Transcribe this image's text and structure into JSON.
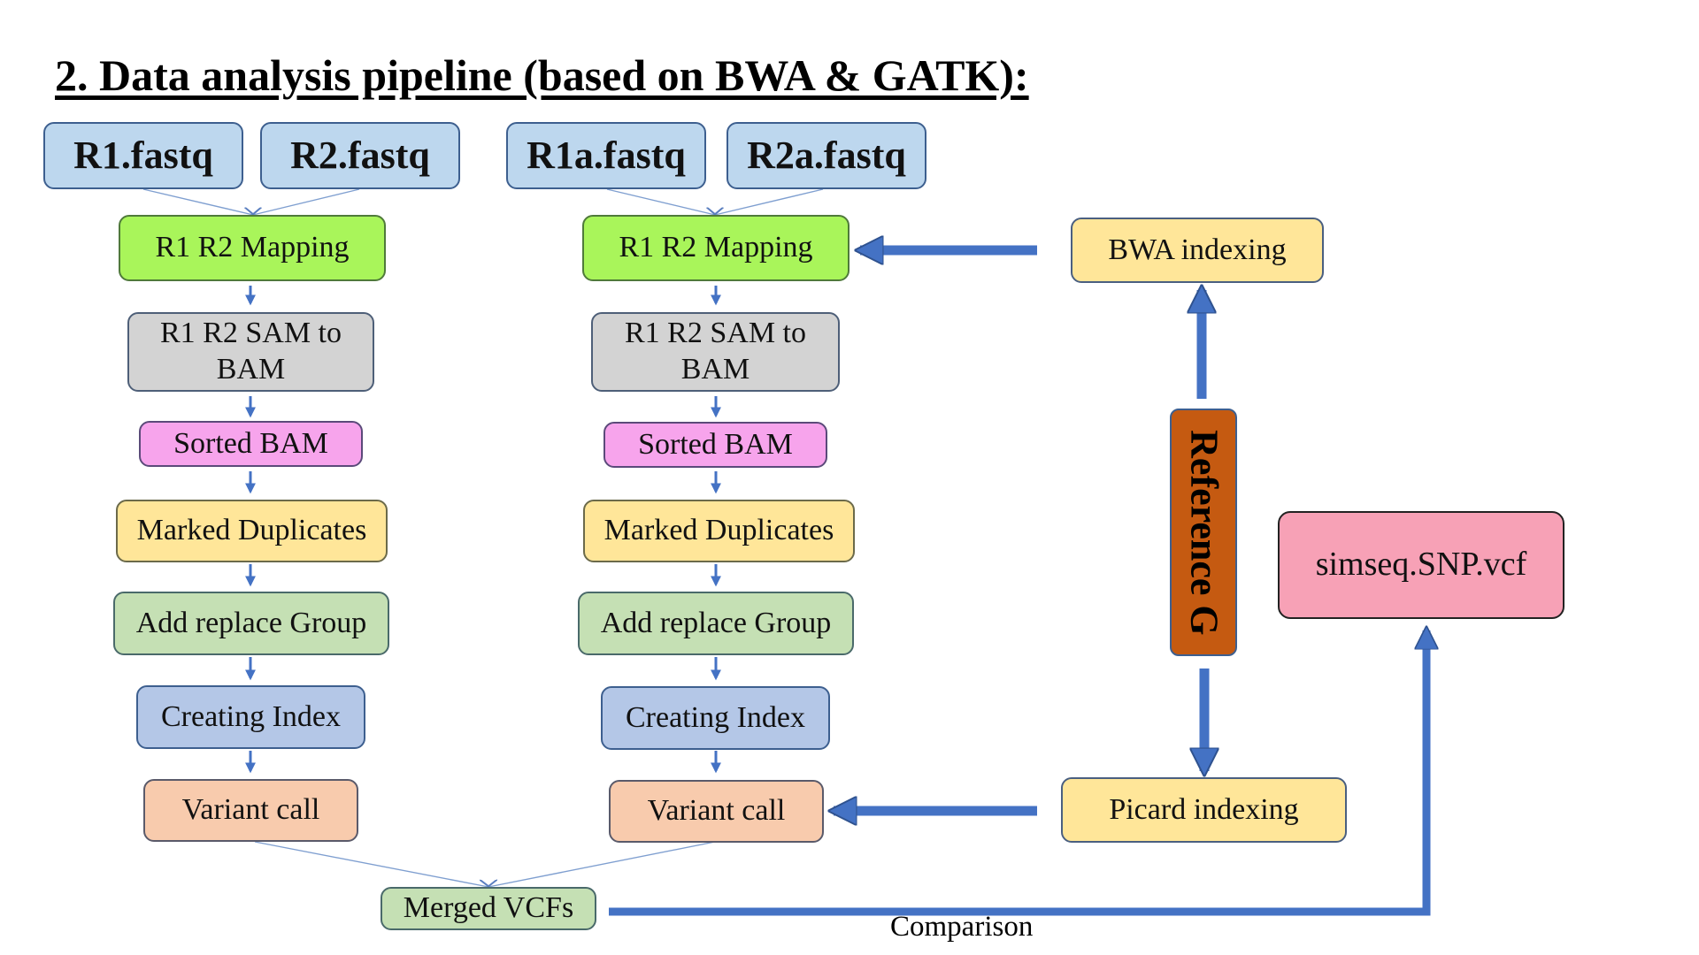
{
  "title": "2. Data analysis pipeline (based on BWA & GATK):",
  "left_pipeline": {
    "inputs": [
      "R1.fastq",
      "R2.fastq"
    ],
    "steps": [
      "R1 R2 Mapping",
      "R1 R2 SAM to BAM",
      "Sorted BAM",
      "Marked Duplicates",
      "Add replace Group",
      "Creating Index",
      "Variant call"
    ]
  },
  "right_pipeline": {
    "inputs": [
      "R1a.fastq",
      "R2a.fastq"
    ],
    "steps": [
      "R1 R2 Mapping",
      "R1 R2 SAM to BAM",
      "Sorted BAM",
      "Marked Duplicates",
      "Add replace Group",
      "Creating Index",
      "Variant call"
    ]
  },
  "merged": "Merged VCFs",
  "reference": "Reference G",
  "bwa_indexing": "BWA indexing",
  "picard_indexing": "Picard indexing",
  "truth_vcf": "simseq.SNP.vcf",
  "comparison_label": "Comparison",
  "colors": {
    "fastq": "#bdd7ee",
    "mapping": "#a9f55a",
    "sam_to_bam": "#d3d3d3",
    "sorted_bam": "#f7a4ec",
    "marked_duplicates": "#ffe699",
    "add_replace_group": "#c5e0b4",
    "creating_index": "#b4c7e7",
    "variant_call": "#f8cbad",
    "reference": "#c55a11",
    "truth_vcf": "#f7a1b6",
    "arrow": "#4472c4"
  }
}
